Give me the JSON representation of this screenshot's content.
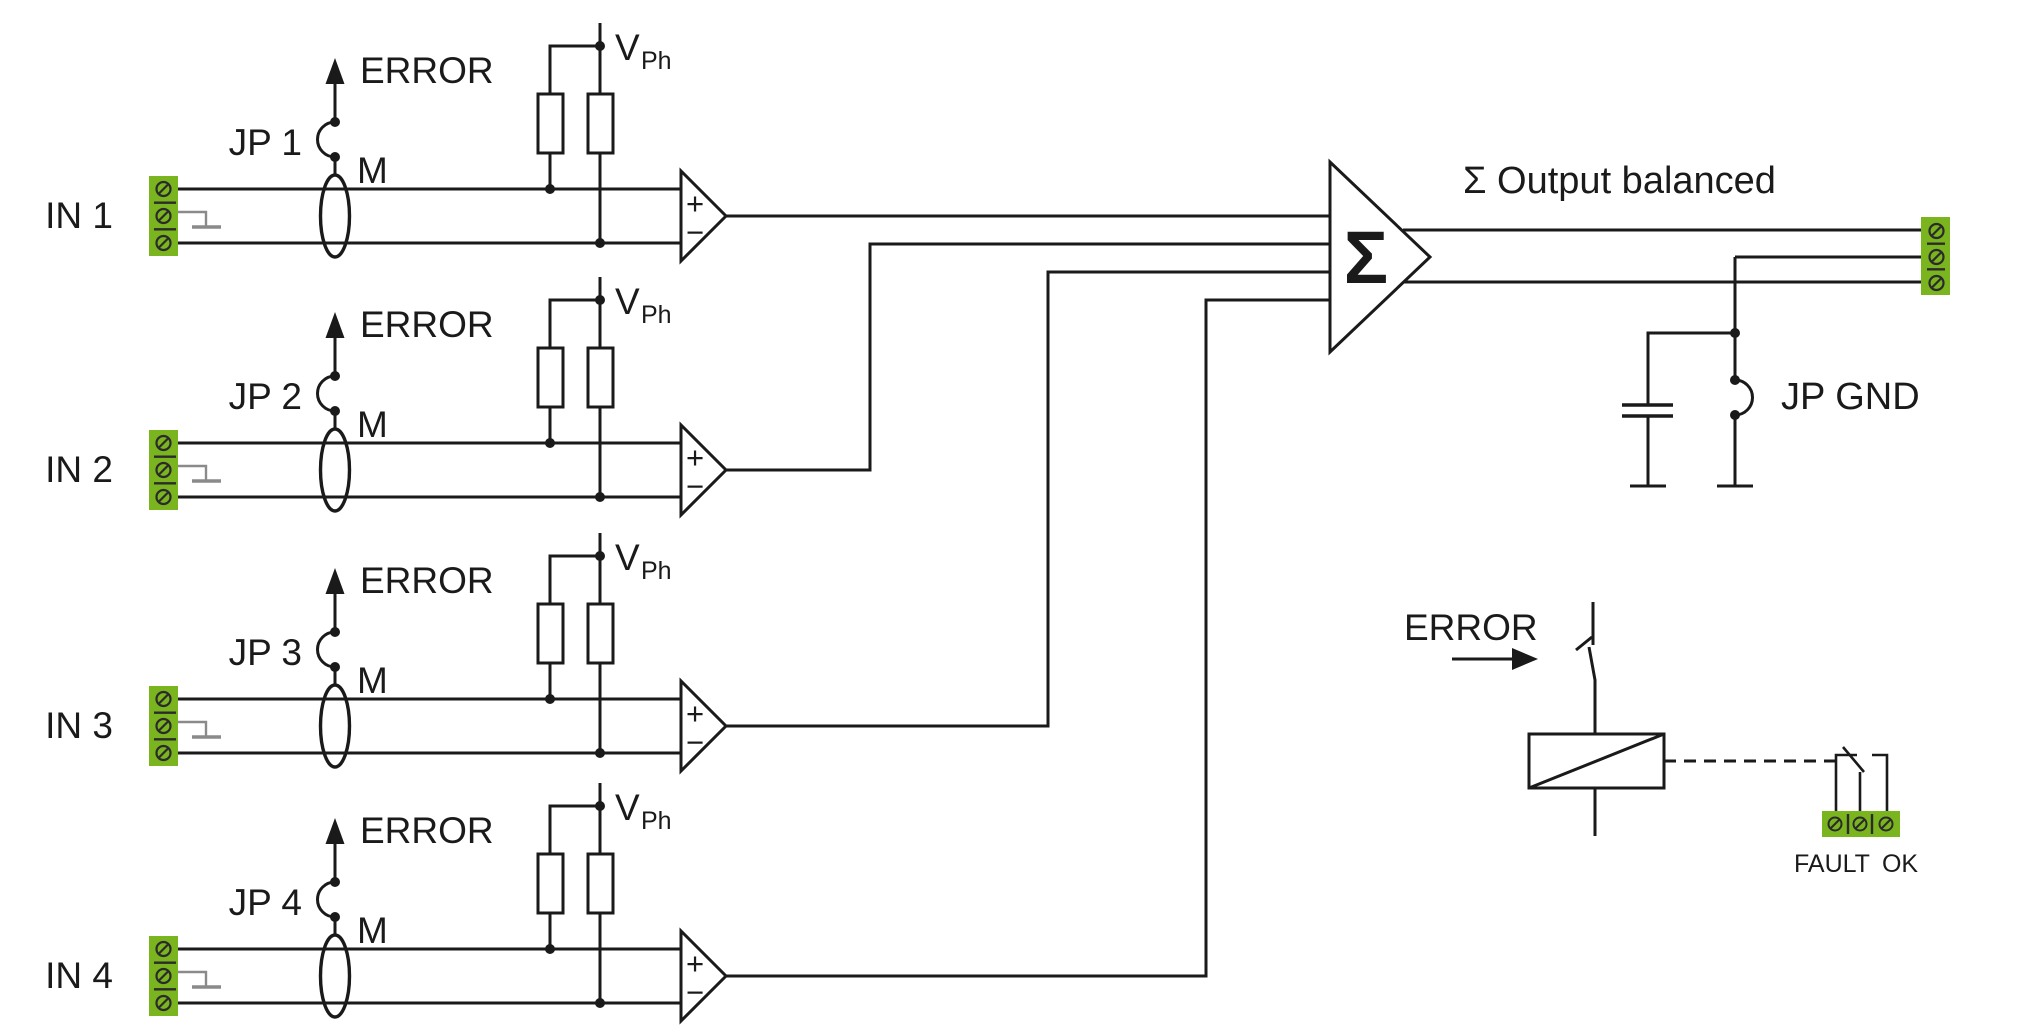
{
  "colors": {
    "line": "#1a1a1a",
    "terminal_green": "#7ab41f",
    "shield_gray": "#8a8a8a",
    "background": "#ffffff"
  },
  "channels": [
    {
      "in_label": "IN 1",
      "jumper_label": "JP 1",
      "error_label": "ERROR",
      "transformer_label": "M",
      "rail_label": "V",
      "rail_sub": "Ph"
    },
    {
      "in_label": "IN 2",
      "jumper_label": "JP 2",
      "error_label": "ERROR",
      "transformer_label": "M",
      "rail_label": "V",
      "rail_sub": "Ph"
    },
    {
      "in_label": "IN 3",
      "jumper_label": "JP 3",
      "error_label": "ERROR",
      "transformer_label": "M",
      "rail_label": "V",
      "rail_sub": "Ph"
    },
    {
      "in_label": "IN 4",
      "jumper_label": "JP 4",
      "error_label": "ERROR",
      "transformer_label": "M",
      "rail_label": "V",
      "rail_sub": "Ph"
    }
  ],
  "summing": {
    "symbol": "Σ",
    "output_label": "Σ Output balanced",
    "plus": "+",
    "minus": "−"
  },
  "ground": {
    "jumper_label": "JP GND"
  },
  "relay": {
    "error_label": "ERROR",
    "fault_label": "FAULT",
    "ok_label": "OK"
  }
}
